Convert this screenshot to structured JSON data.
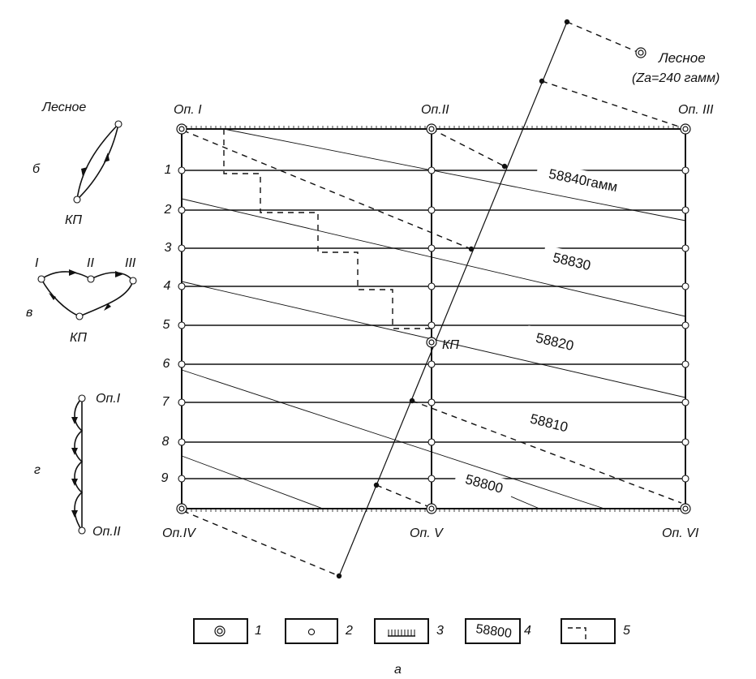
{
  "stations": {
    "op1": "Оп. I",
    "op2": "Оп.II",
    "op3": "Оп. III",
    "op4": "Оп.IV",
    "op5": "Оп. V",
    "op6": "Оп. VI",
    "kp": "КП"
  },
  "base": {
    "name": "Лесное",
    "value": "(Za=240 гамм)"
  },
  "profiles": [
    "1",
    "2",
    "3",
    "4",
    "5",
    "6",
    "7",
    "8",
    "9"
  ],
  "isolines": [
    "58840гамм",
    "58830",
    "58820",
    "58810",
    "58800"
  ],
  "scheme_b": {
    "letter": "б",
    "top": "Лесное",
    "bottom": "КП"
  },
  "scheme_v": {
    "letter": "в",
    "p1": "I",
    "p2": "II",
    "p3": "III",
    "bottom": "КП"
  },
  "scheme_g": {
    "letter": "г",
    "top": "Оп.I",
    "bottom": "Оп.II"
  },
  "legend": [
    {
      "num": "1",
      "icon": "base-station-icon"
    },
    {
      "num": "2",
      "icon": "point-icon"
    },
    {
      "num": "3",
      "icon": "tick-scale-icon"
    },
    {
      "num": "4",
      "icon": "isoline-label-icon",
      "text": "58800"
    },
    {
      "num": "5",
      "icon": "route-step-icon"
    }
  ],
  "caption": "а"
}
